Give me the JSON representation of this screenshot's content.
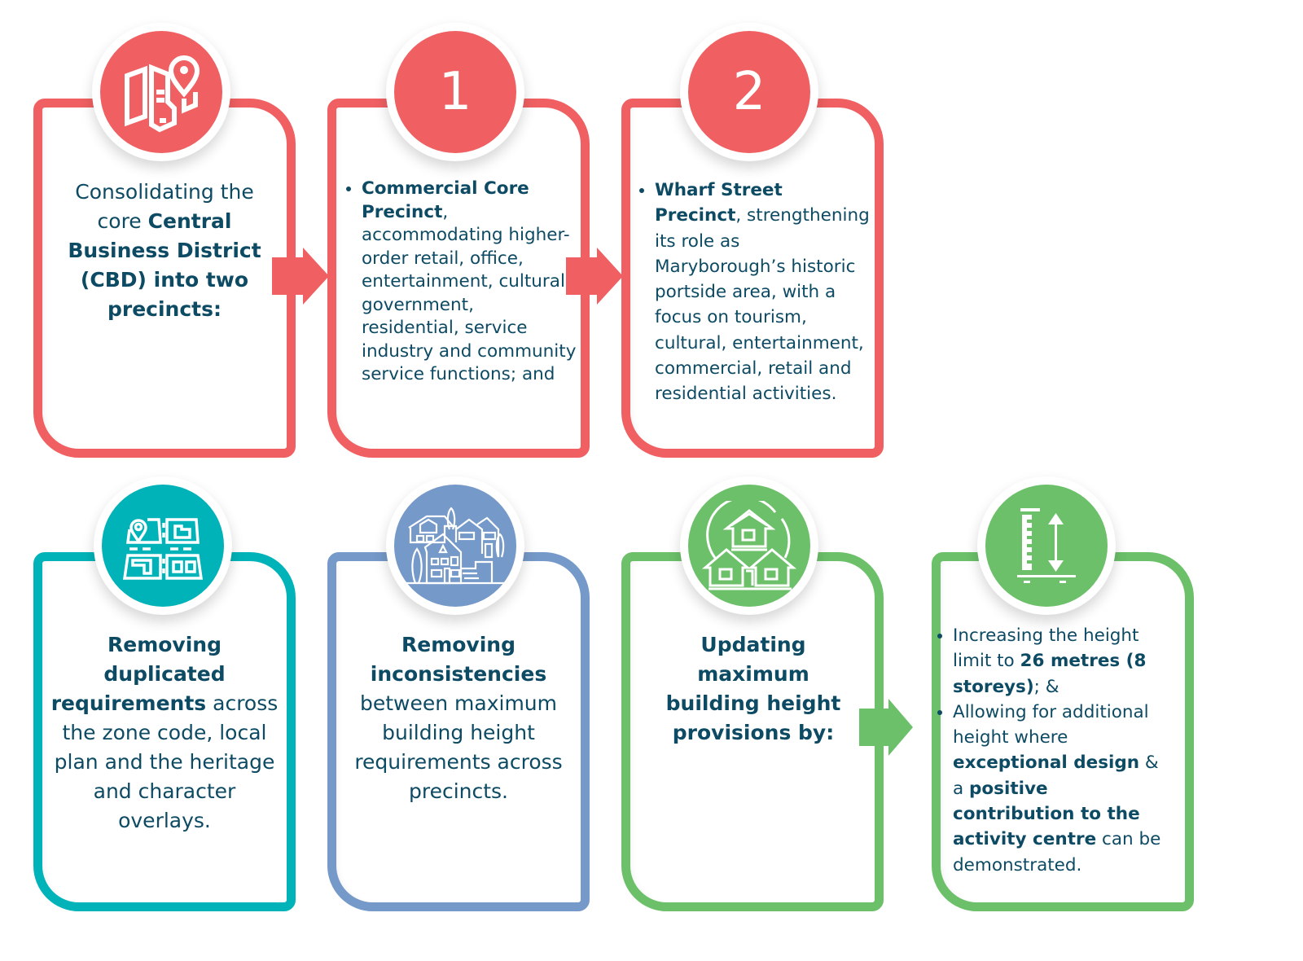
{
  "colors": {
    "red": "#f06062",
    "teal": "#00b3b8",
    "blue": "#7599c8",
    "green": "#6cc06a",
    "text": "#0d4a63"
  },
  "row1": {
    "card1": {
      "icon": "map-pin-icon",
      "text_before": "Consolidating the core ",
      "text_bold": "Central Business District (CBD) into two precincts:"
    },
    "card2": {
      "badge_number": "1",
      "bold": "Commercial Core Precinct",
      "rest": ", accommodating higher-order retail, office, entertainment, cultural, government, residential, service industry and community service functions; and"
    },
    "card3": {
      "badge_number": "2",
      "bold": "Wharf Street Precinct",
      "rest": ", strengthening its role as Maryborough’s historic portside area, with a focus on tourism, cultural, entertainment, commercial, retail and residential activities."
    }
  },
  "row2": {
    "card1": {
      "icon": "zoning-map-icon",
      "bold": "Removing duplicated requirements",
      "rest": " across the zone code, local plan and the heritage and character overlays."
    },
    "card2": {
      "icon": "houses-streetscape-icon",
      "bold": "Removing inconsistencies",
      "rest": " between maximum building height requirements across precincts."
    },
    "card3": {
      "icon": "houses-group-icon",
      "bold": "Updating maximum building height provisions by:"
    },
    "card4": {
      "icon": "height-measure-icon",
      "b1_pre": "Increasing the height limit to ",
      "b1_bold": "26 metres (8 storeys)",
      "b1_post": "; &",
      "b2_pre": "Allowing for additional height where ",
      "b2_bold1": "exceptional design",
      "b2_mid": " & a ",
      "b2_bold2": "positive contribution to the activity centre",
      "b2_post": " can be demonstrated."
    }
  }
}
